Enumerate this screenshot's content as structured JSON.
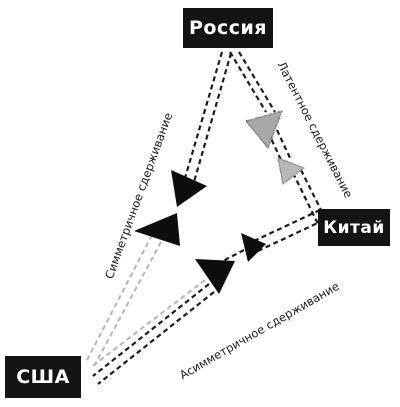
{
  "nodes": {
    "russia": "Россия",
    "china": "Китай",
    "usa": "США"
  },
  "relations": {
    "latent": "Латентное сдерживание",
    "symmetric": "Симметричное сдерживание",
    "asymmetric": "Асимметричное сдерживание"
  },
  "colors": {
    "node_fill": "#141414",
    "node_text": "#ffffff",
    "solid_arrow": "#0d0d0d",
    "latent_arrow": "#a8a8a8",
    "dashed_dark": "#1c1c1c",
    "dashed_light": "#b4b4b4"
  },
  "arrow_styles": {
    "russia_china": "grey-textured",
    "russia_usa": "solid-black",
    "china_usa": "solid-black"
  }
}
